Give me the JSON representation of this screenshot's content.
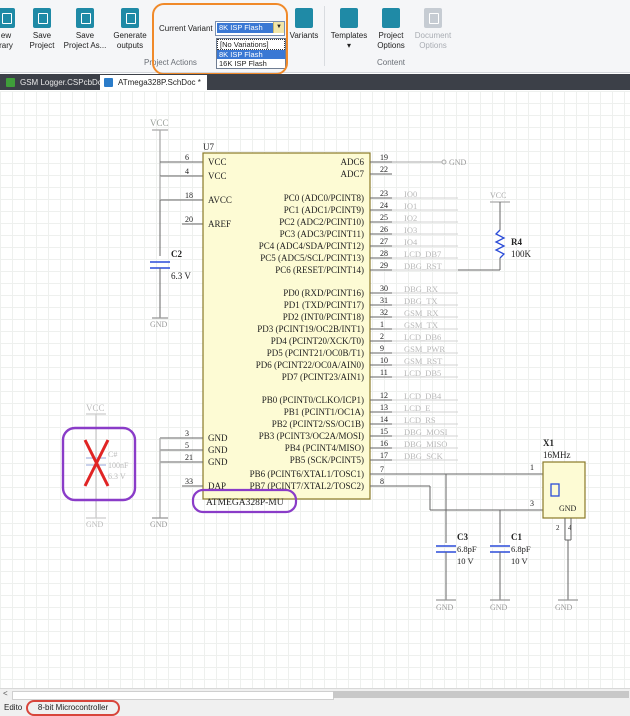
{
  "ribbon": {
    "buttons": [
      {
        "name": "new-library-button",
        "label1": "ew",
        "label2": "rary"
      },
      {
        "name": "save-project-button",
        "label1": "Save",
        "label2": "Project"
      },
      {
        "name": "save-project-as-button",
        "label1": "Save",
        "label2": "Project As..."
      },
      {
        "name": "generate-outputs-button",
        "label1": "Generate",
        "label2": "outputs"
      },
      {
        "name": "variations-button",
        "label1": "Variants",
        "label2": ""
      },
      {
        "name": "templates-button",
        "label1": "Templates",
        "label2": "▾"
      },
      {
        "name": "project-options-button",
        "label1": "Project",
        "label2": "Options"
      },
      {
        "name": "document-options-button",
        "label1": "Document",
        "label2": "Options"
      }
    ],
    "group_project_actions": "Project Actions",
    "group_content": "Content",
    "variant_label": "Current Variant",
    "variant_selected": "8K ISP Flash",
    "variant_options": [
      "[No Variations]",
      "8K ISP Flash",
      "16K ISP Flash"
    ]
  },
  "tabs": [
    {
      "label": "GSM Logger.CSPcbDoc",
      "color": "#3f9e3a"
    },
    {
      "label": "ATmega328P.SchDoc *",
      "color": "#2b7cc9"
    }
  ],
  "schematic": {
    "designator": "U7",
    "part": "ATMEGA328P-MU",
    "left_pins": [
      {
        "num": "6",
        "name": "VCC"
      },
      {
        "num": "4",
        "name": "VCC"
      },
      {
        "num": "18",
        "name": "AVCC"
      },
      {
        "num": "20",
        "name": "AREF"
      },
      {
        "num": "3",
        "name": "GND"
      },
      {
        "num": "5",
        "name": "GND"
      },
      {
        "num": "21",
        "name": "GND"
      },
      {
        "num": "33",
        "name": "DAP"
      }
    ],
    "right_pins": [
      {
        "num": "19",
        "name": "ADC6",
        "net": "GND"
      },
      {
        "num": "22",
        "name": "ADC7",
        "net": ""
      },
      {
        "num": "23",
        "name": "PC0 (ADC0/PCINT8)",
        "net": "IO0"
      },
      {
        "num": "24",
        "name": "PC1 (ADC1/PCINT9)",
        "net": "IO1"
      },
      {
        "num": "25",
        "name": "PC2 (ADC2/PCINT10)",
        "net": "IO2"
      },
      {
        "num": "26",
        "name": "PC3 (ADC3/PCINT11)",
        "net": "IO3"
      },
      {
        "num": "27",
        "name": "PC4 (ADC4/SDA/PCINT12)",
        "net": "IO4"
      },
      {
        "num": "28",
        "name": "PC5 (ADC5/SCL/PCINT13)",
        "net": "LCD_DB7"
      },
      {
        "num": "29",
        "name": "PC6 (RESET/PCINT14)",
        "net": "DBG_RST"
      },
      {
        "num": "30",
        "name": "PD0 (RXD/PCINT16)",
        "net": "DBG_RX"
      },
      {
        "num": "31",
        "name": "PD1 (TXD/PCINT17)",
        "net": "DBG_TX"
      },
      {
        "num": "32",
        "name": "PD2 (INT0/PCINT18)",
        "net": "GSM_RX"
      },
      {
        "num": "1",
        "name": "PD3 (PCINT19/OC2B/INT1)",
        "net": "GSM_TX"
      },
      {
        "num": "2",
        "name": "PD4 (PCINT20/XCK/T0)",
        "net": "LCD_DB6"
      },
      {
        "num": "9",
        "name": "PD5 (PCINT21/OC0B/T1)",
        "net": "GSM_PWR"
      },
      {
        "num": "10",
        "name": "PD6 (PCINT22/OC0A/AIN0)",
        "net": "GSM_RST"
      },
      {
        "num": "11",
        "name": "PD7 (PCINT23/AIN1)",
        "net": "LCD_DB5"
      },
      {
        "num": "12",
        "name": "PB0 (PCINT0/CLKO/ICP1)",
        "net": "LCD_DB4"
      },
      {
        "num": "13",
        "name": "PB1 (PCINT1/OC1A)",
        "net": "LCD_E"
      },
      {
        "num": "14",
        "name": "PB2 (PCINT2/SS/OC1B)",
        "net": "LCD_RS"
      },
      {
        "num": "15",
        "name": "PB3 (PCINT3/OC2A/MOSI)",
        "net": "DBG_MOSI"
      },
      {
        "num": "16",
        "name": "PB4 (PCINT4/MISO)",
        "net": "DBG_MISO"
      },
      {
        "num": "17",
        "name": "PB5 (SCK/PCINT5)",
        "net": "DBG_SCK"
      },
      {
        "num": "7",
        "name": "PB6 (PCINT6/XTAL1/TOSC1)",
        "net": ""
      },
      {
        "num": "8",
        "name": "PB7 (PCINT7/XTAL2/TOSC2)",
        "net": ""
      }
    ],
    "vcc": "VCC",
    "gnd": "GND",
    "c2": {
      "ref": "C2",
      "value": "6.3 V"
    },
    "c_removed": {
      "ref": "C#",
      "value1": "100nF",
      "value2": "6.3 V"
    },
    "r4": {
      "ref": "R4",
      "value": "100K"
    },
    "x1": {
      "ref": "X1",
      "value": "16MHz",
      "pin1": "1",
      "pin3": "3",
      "gndlabel": "GND",
      "pin2": "2",
      "pin4": "4"
    },
    "c3": {
      "ref": "C3",
      "v1": "6.8pF",
      "v2": "10 V"
    },
    "c1": {
      "ref": "C1",
      "v1": "6.8pF",
      "v2": "10 V"
    }
  },
  "status": {
    "editor_label": "Edito",
    "variant_badge": "8-bit Microcontroller"
  }
}
